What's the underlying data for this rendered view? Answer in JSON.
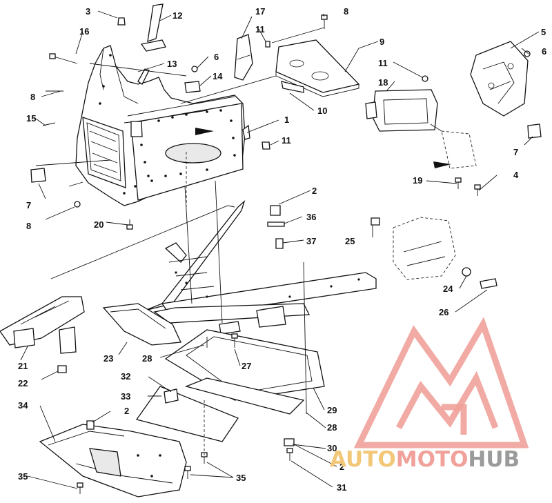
{
  "diagram": {
    "callouts": [
      {
        "id": "c3",
        "text": "3"
      },
      {
        "id": "c12",
        "text": "12"
      },
      {
        "id": "c17",
        "text": "17"
      },
      {
        "id": "c8a",
        "text": "8"
      },
      {
        "id": "c16",
        "text": "16"
      },
      {
        "id": "c11a",
        "text": "11"
      },
      {
        "id": "c9",
        "text": "9"
      },
      {
        "id": "c5",
        "text": "5"
      },
      {
        "id": "c6a",
        "text": "6"
      },
      {
        "id": "c13",
        "text": "13"
      },
      {
        "id": "c6b",
        "text": "6"
      },
      {
        "id": "c11b",
        "text": "11"
      },
      {
        "id": "c14",
        "text": "14"
      },
      {
        "id": "c8b",
        "text": "8"
      },
      {
        "id": "c18",
        "text": "18"
      },
      {
        "id": "c10",
        "text": "10"
      },
      {
        "id": "c15",
        "text": "15"
      },
      {
        "id": "c1",
        "text": "1"
      },
      {
        "id": "c11c",
        "text": "11"
      },
      {
        "id": "c7a",
        "text": "7"
      },
      {
        "id": "c19",
        "text": "19"
      },
      {
        "id": "c4",
        "text": "4"
      },
      {
        "id": "c7b",
        "text": "7"
      },
      {
        "id": "c8c",
        "text": "8"
      },
      {
        "id": "c20",
        "text": "20"
      },
      {
        "id": "c2a",
        "text": "2"
      },
      {
        "id": "c36",
        "text": "36"
      },
      {
        "id": "c37",
        "text": "37"
      },
      {
        "id": "c25",
        "text": "25"
      },
      {
        "id": "c24",
        "text": "24"
      },
      {
        "id": "c26",
        "text": "26"
      },
      {
        "id": "c21",
        "text": "21"
      },
      {
        "id": "c22",
        "text": "22"
      },
      {
        "id": "c23",
        "text": "23"
      },
      {
        "id": "c28a",
        "text": "28"
      },
      {
        "id": "c27",
        "text": "27"
      },
      {
        "id": "c32",
        "text": "32"
      },
      {
        "id": "c33",
        "text": "33"
      },
      {
        "id": "c29",
        "text": "29"
      },
      {
        "id": "c28b",
        "text": "28"
      },
      {
        "id": "c34",
        "text": "34"
      },
      {
        "id": "c2b",
        "text": "2"
      },
      {
        "id": "c30",
        "text": "30"
      },
      {
        "id": "c2c",
        "text": "2"
      },
      {
        "id": "c35a",
        "text": "35"
      },
      {
        "id": "c35b",
        "text": "35"
      },
      {
        "id": "c31",
        "text": "31"
      }
    ]
  },
  "watermark": {
    "text_auto": "AUTO",
    "text_moto": "MOTO",
    "text_hub": "HUB",
    "colors": {
      "logo": "#f0a19a",
      "auto": "#f2c878",
      "moto": "#f0a19a",
      "hub": "#9b9b9b"
    }
  }
}
